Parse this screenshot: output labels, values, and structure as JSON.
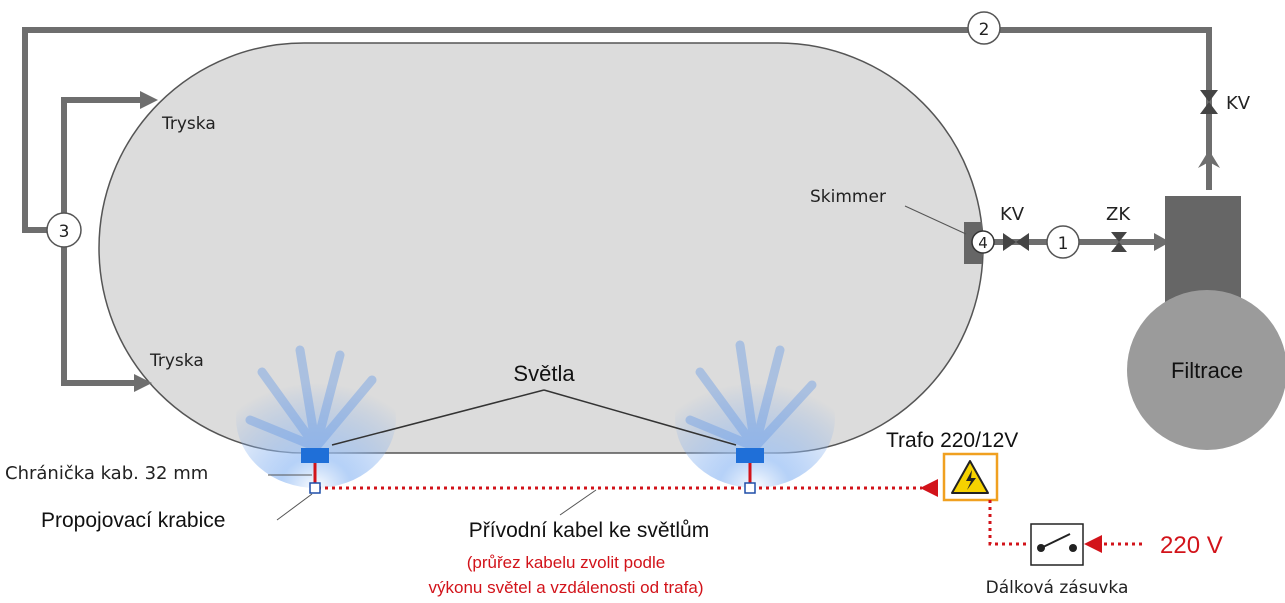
{
  "labels": {
    "tryska_top": "Tryska",
    "tryska_bottom": "Tryska",
    "skimmer": "Skimmer",
    "kv_skimmer": "KV",
    "zk": "ZK",
    "kv_return": "KV",
    "filtrace": "Filtrace",
    "svetla": "Světla",
    "trafo": "Trafo 220/12V",
    "chranicka": "Chránička kab. 32 mm",
    "propojovaci": "Propojovací krabice",
    "privodni": "Přívodní kabel ke světlům",
    "prurez_line1": "(průřez kabelu zvolit podle",
    "prurez_line2": "výkonu světel a vzdálenosti od trafa)",
    "voltage": "220 V",
    "dalkova": "Dálková zásuvka"
  },
  "markers": {
    "m1": "1",
    "m2": "2",
    "m3": "3",
    "m4": "4"
  },
  "colors": {
    "pool_fill": "#dcdcdc",
    "pipe": "#6e6e6e",
    "cable_red": "#d2131a",
    "light_blue": "#1f6fd8",
    "trafo_orange": "#f0a020",
    "warning_yellow": "#f6d200"
  }
}
